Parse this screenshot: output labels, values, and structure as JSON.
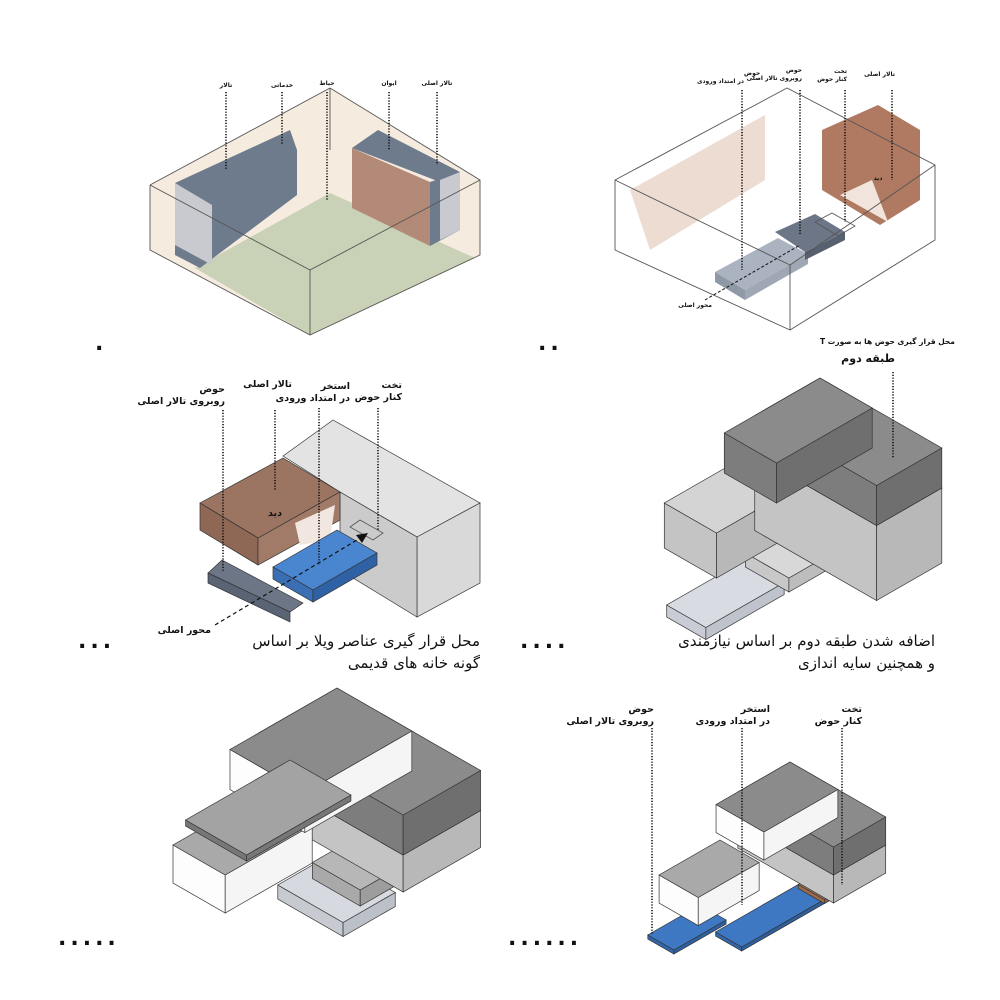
{
  "colors": {
    "hall": "#6e7b8c",
    "porch": "#b38a78",
    "yard": "#c9d1b6",
    "wall": "#f5ebdf",
    "pool": "#3f78c2",
    "slab_dark": "#6c7686",
    "upper": "#8e8e8e",
    "lower": "#c9c9c9",
    "slab_light": "#d6d9df",
    "deck": "#b07a5a"
  },
  "panel1": {
    "marker": ".",
    "labels": [
      "تالار",
      "خدماتی",
      "حیاط",
      "ایوان",
      "تالار اصلی"
    ]
  },
  "panel2": {
    "marker": "..",
    "labels": {
      "pond_entry": [
        "حوض",
        "در امتداد ورودی"
      ],
      "pond_hall": [
        "حوض",
        "روبروی تالار اصلی"
      ],
      "bed": [
        "تخت",
        "کنار حوض"
      ],
      "main_hall": "تالار اصلی",
      "view": "دید",
      "axis": "محور اصلی"
    },
    "caption": "محل قرار گیری حوض ها به صورت T"
  },
  "panel3": {
    "marker": "...",
    "labels": {
      "pond_hall": [
        "حوض",
        "روبروی تالار اصلی"
      ],
      "main_hall": "تالار اصلی",
      "pool": [
        "استخر",
        "در امتداد ورودی"
      ],
      "bed": [
        "تخت",
        "کنار حوض"
      ],
      "view": "دید",
      "axis": "محور اصلی"
    },
    "caption": [
      "محل قرار گیری عناصر ویلا بر اساس",
      "گونه خانه های قدیمی"
    ]
  },
  "panel4": {
    "marker": "....",
    "label": "طبقه دوم",
    "caption": [
      "اضافه شدن طبقه دوم بر اساس نیازمندی",
      "و همچنین سایه اندازی"
    ]
  },
  "panel5": {
    "marker": "....."
  },
  "panel6": {
    "marker": "......",
    "labels": {
      "pond_hall": [
        "حوض",
        "روبروی تالار اصلی"
      ],
      "pool": [
        "استخر",
        "در امتداد ورودی"
      ],
      "bed": [
        "تخت",
        "کنار حوض"
      ]
    }
  }
}
